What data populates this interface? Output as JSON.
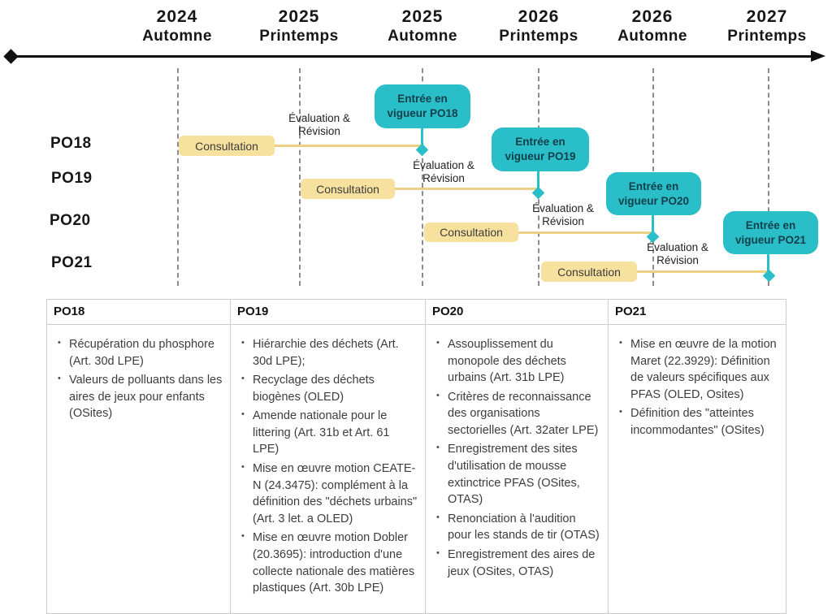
{
  "colors": {
    "teal": "#2abec9",
    "teal_text": "#133f49",
    "yellow_box": "#f7e19e",
    "yellow_line": "#ecd084",
    "axis_black": "#111111",
    "dashed_gray": "#8c8c8c",
    "table_border": "#cccccc",
    "body_text": "#3d3d3d"
  },
  "timeline": {
    "columns": [
      {
        "year": "2024",
        "season": "Automne"
      },
      {
        "year": "2025",
        "season": "Printemps"
      },
      {
        "year": "2025",
        "season": "Automne"
      },
      {
        "year": "2026",
        "season": "Printemps"
      },
      {
        "year": "2026",
        "season": "Automne"
      },
      {
        "year": "2027",
        "season": "Printemps"
      }
    ],
    "rows": [
      {
        "label": "PO18",
        "consultation_label": "Consultation",
        "evaluation_label": "Évaluation & Révision",
        "entry_label": "Entrée en vigueur PO18"
      },
      {
        "label": "PO19",
        "consultation_label": "Consultation",
        "evaluation_label": "Évaluation & Révision",
        "entry_label": "Entrée en vigueur PO19"
      },
      {
        "label": "PO20",
        "consultation_label": "Consultation",
        "evaluation_label": "Évaluation & Révision",
        "entry_label": "Entrée en vigueur PO20"
      },
      {
        "label": "PO21",
        "consultation_label": "Consultation",
        "evaluation_label": "Évaluation & Révision",
        "entry_label": "Entrée en vigueur PO21"
      }
    ]
  },
  "table": {
    "columns": [
      {
        "header": "PO18",
        "items": [
          "Récupération du phosphore (Art. 30d LPE)",
          "Valeurs de polluants dans les aires de jeux pour enfants (OSites)"
        ]
      },
      {
        "header": "PO19",
        "items": [
          "Hiérarchie des déchets (Art. 30d LPE);",
          "Recyclage des déchets biogènes (OLED)",
          "Amende nationale pour le littering (Art. 31b et Art. 61 LPE)",
          "Mise en œuvre motion CEATE-N (24.3475): complément à la définition des \"déchets urbains\" (Art. 3 let. a OLED)",
          "Mise en œuvre motion Dobler (20.3695): introduction d'une collecte nationale des matières plastiques (Art. 30b LPE)"
        ]
      },
      {
        "header": "PO20",
        "items": [
          "Assouplissement du monopole des déchets urbains (Art. 31b LPE)",
          "Critères de reconnaissance des organisations sectorielles (Art. 32ater LPE)",
          "Enregistrement des sites d'utilisation de mousse extinctrice PFAS (OSites, OTAS)",
          "Renonciation à l'audition pour les stands de tir (OTAS)",
          "Enregistrement des aires de jeux (OSites, OTAS)"
        ]
      },
      {
        "header": "PO21",
        "items": [
          "Mise en œuvre de la motion Maret (22.3929): Définition de valeurs spécifiques aux PFAS (OLED, Osites)",
          "Définition des \"atteintes incommodantes\" (OSites)"
        ]
      }
    ]
  }
}
